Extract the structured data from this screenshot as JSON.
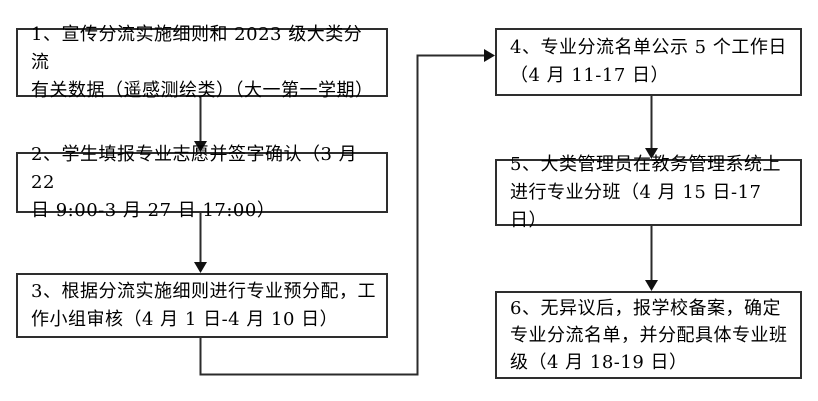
{
  "page": {
    "background": "#ffffff",
    "line_color": "#2b2b2b",
    "border_color": "#2e2e2e"
  },
  "flowchart": {
    "boxes": [
      {
        "id": "step-1",
        "label": "1、宣传分流实施细则和 2023 级大类分流\n有关数据（遥感测绘类）（大一第一学期）"
      },
      {
        "id": "step-2",
        "label": "2、学生填报专业志愿并签字确认（3 月 22\n日 9:00-3 月 27 日 17:00）"
      },
      {
        "id": "step-3",
        "label": "3、根据分流实施细则进行专业预分配，工\n作小组审核（4 月 1 日-4 月 10 日）"
      },
      {
        "id": "step-4",
        "label": "4、专业分流名单公示 5 个工作日\n（4 月 11-17 日）"
      },
      {
        "id": "step-5",
        "label": "5、大类管理员在教务管理系统上\n进行专业分班（4 月 15 日-17 日）"
      },
      {
        "id": "step-6",
        "label": "6、无异议后，报学校备案，确定\n专业分流名单，并分配具体专业班\n级（4 月 18-19 日）"
      }
    ],
    "connections": [
      {
        "from": "step-1",
        "to": "step-2"
      },
      {
        "from": "step-2",
        "to": "step-3"
      },
      {
        "from": "step-3",
        "to": "step-4"
      },
      {
        "from": "step-4",
        "to": "step-5"
      },
      {
        "from": "step-5",
        "to": "step-6"
      }
    ]
  }
}
